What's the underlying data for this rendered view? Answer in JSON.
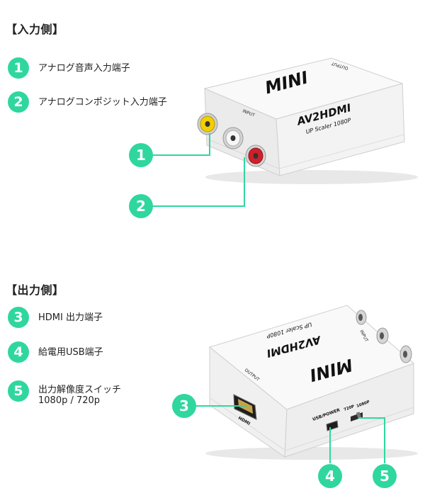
{
  "colors": {
    "accent": "#2fd79f",
    "device": "#f2f2f2",
    "yellow_jack": "#f2d000",
    "red_jack": "#d1202a"
  },
  "sections": [
    {
      "heading": "【入力側】",
      "items": [
        {
          "number": "1",
          "label": "アナログ音声入力端子"
        },
        {
          "number": "2",
          "label": "アナログコンポジット入力端子"
        }
      ]
    },
    {
      "heading": "【出力側】",
      "items": [
        {
          "number": "3",
          "label": "HDMI 出力端子"
        },
        {
          "number": "4",
          "label": "給電用USB端子"
        },
        {
          "number": "5",
          "label": "出力解像度スイッチ",
          "label_line2": "1080p / 720p"
        }
      ]
    }
  ],
  "device_input_side": {
    "logo": "MINI",
    "model": "AV2HDMI",
    "subtitle": "UP Scaler 1080P",
    "port_label_input": "INPUT",
    "port_label_output": "OUTPUT",
    "callouts": [
      "1",
      "2"
    ]
  },
  "device_output_side": {
    "logo": "MINI",
    "model": "AV2HDMI",
    "subtitle": "UP Scaler 1080P",
    "port_label_input": "INPUT",
    "port_label_output": "OUTPUT",
    "port_label_hdmi": "HDMI",
    "port_label_usb": "USB/POWER",
    "switch_label_720": "720P",
    "switch_label_1080": "1080P",
    "callouts": [
      "3",
      "4",
      "5"
    ]
  }
}
